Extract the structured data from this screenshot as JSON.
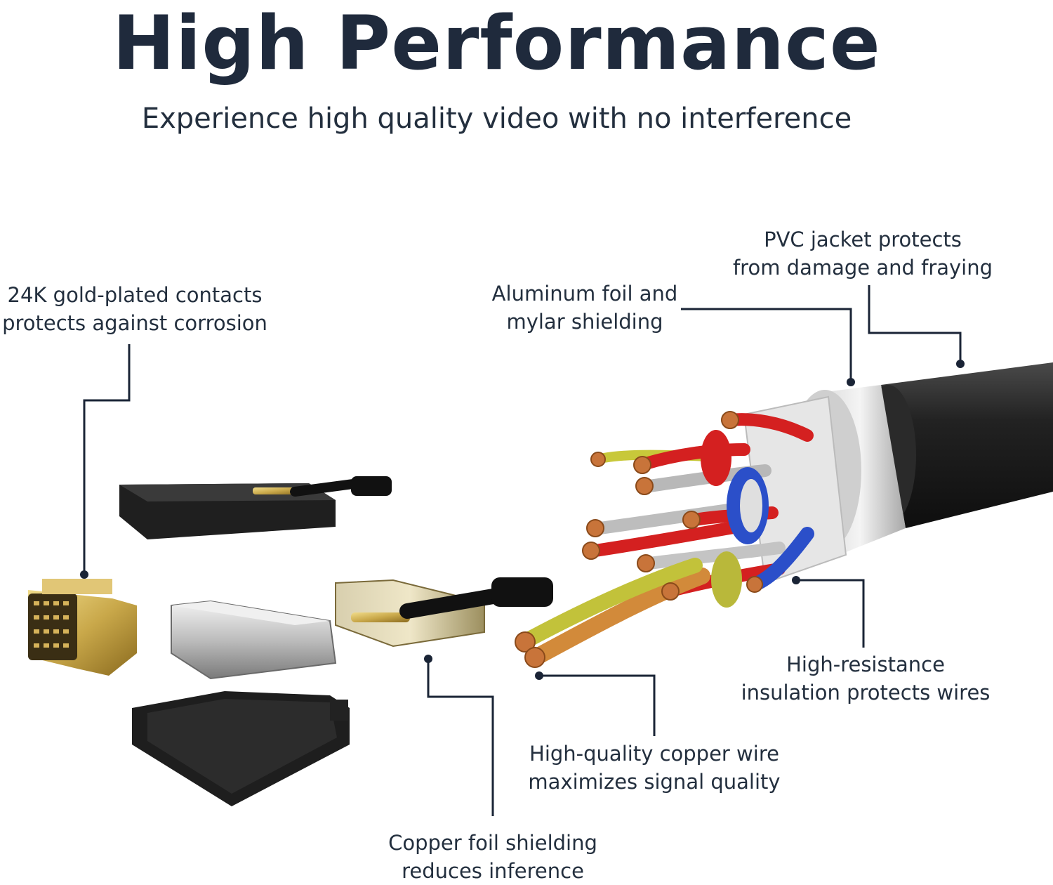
{
  "header": {
    "title": "High Performance",
    "subtitle": "Experience high quality video with no interference"
  },
  "callouts": [
    {
      "id": "gold",
      "lines": [
        "24K gold-plated contacts",
        "protects against corrosion"
      ]
    },
    {
      "id": "aluminum",
      "lines": [
        "Aluminum foil and",
        "mylar shielding"
      ]
    },
    {
      "id": "pvc",
      "lines": [
        "PVC jacket protects",
        "from damage and fraying"
      ]
    },
    {
      "id": "insulation",
      "lines": [
        "High-resistance",
        "insulation protects wires"
      ]
    },
    {
      "id": "copper-wire",
      "lines": [
        "High-quality copper wire",
        "maximizes signal quality"
      ]
    },
    {
      "id": "copper-foil",
      "lines": [
        "Copper foil shielding",
        "reduces inference"
      ]
    }
  ],
  "colors": {
    "text": "#232f3e",
    "leader": "#1a2436",
    "jacket": "#1c1c1c",
    "gold": "#c9a84a",
    "copper": "#c8743a",
    "wire_red": "#d42020",
    "wire_blue": "#2b4fc9",
    "wire_yellow": "#c8c83a"
  }
}
